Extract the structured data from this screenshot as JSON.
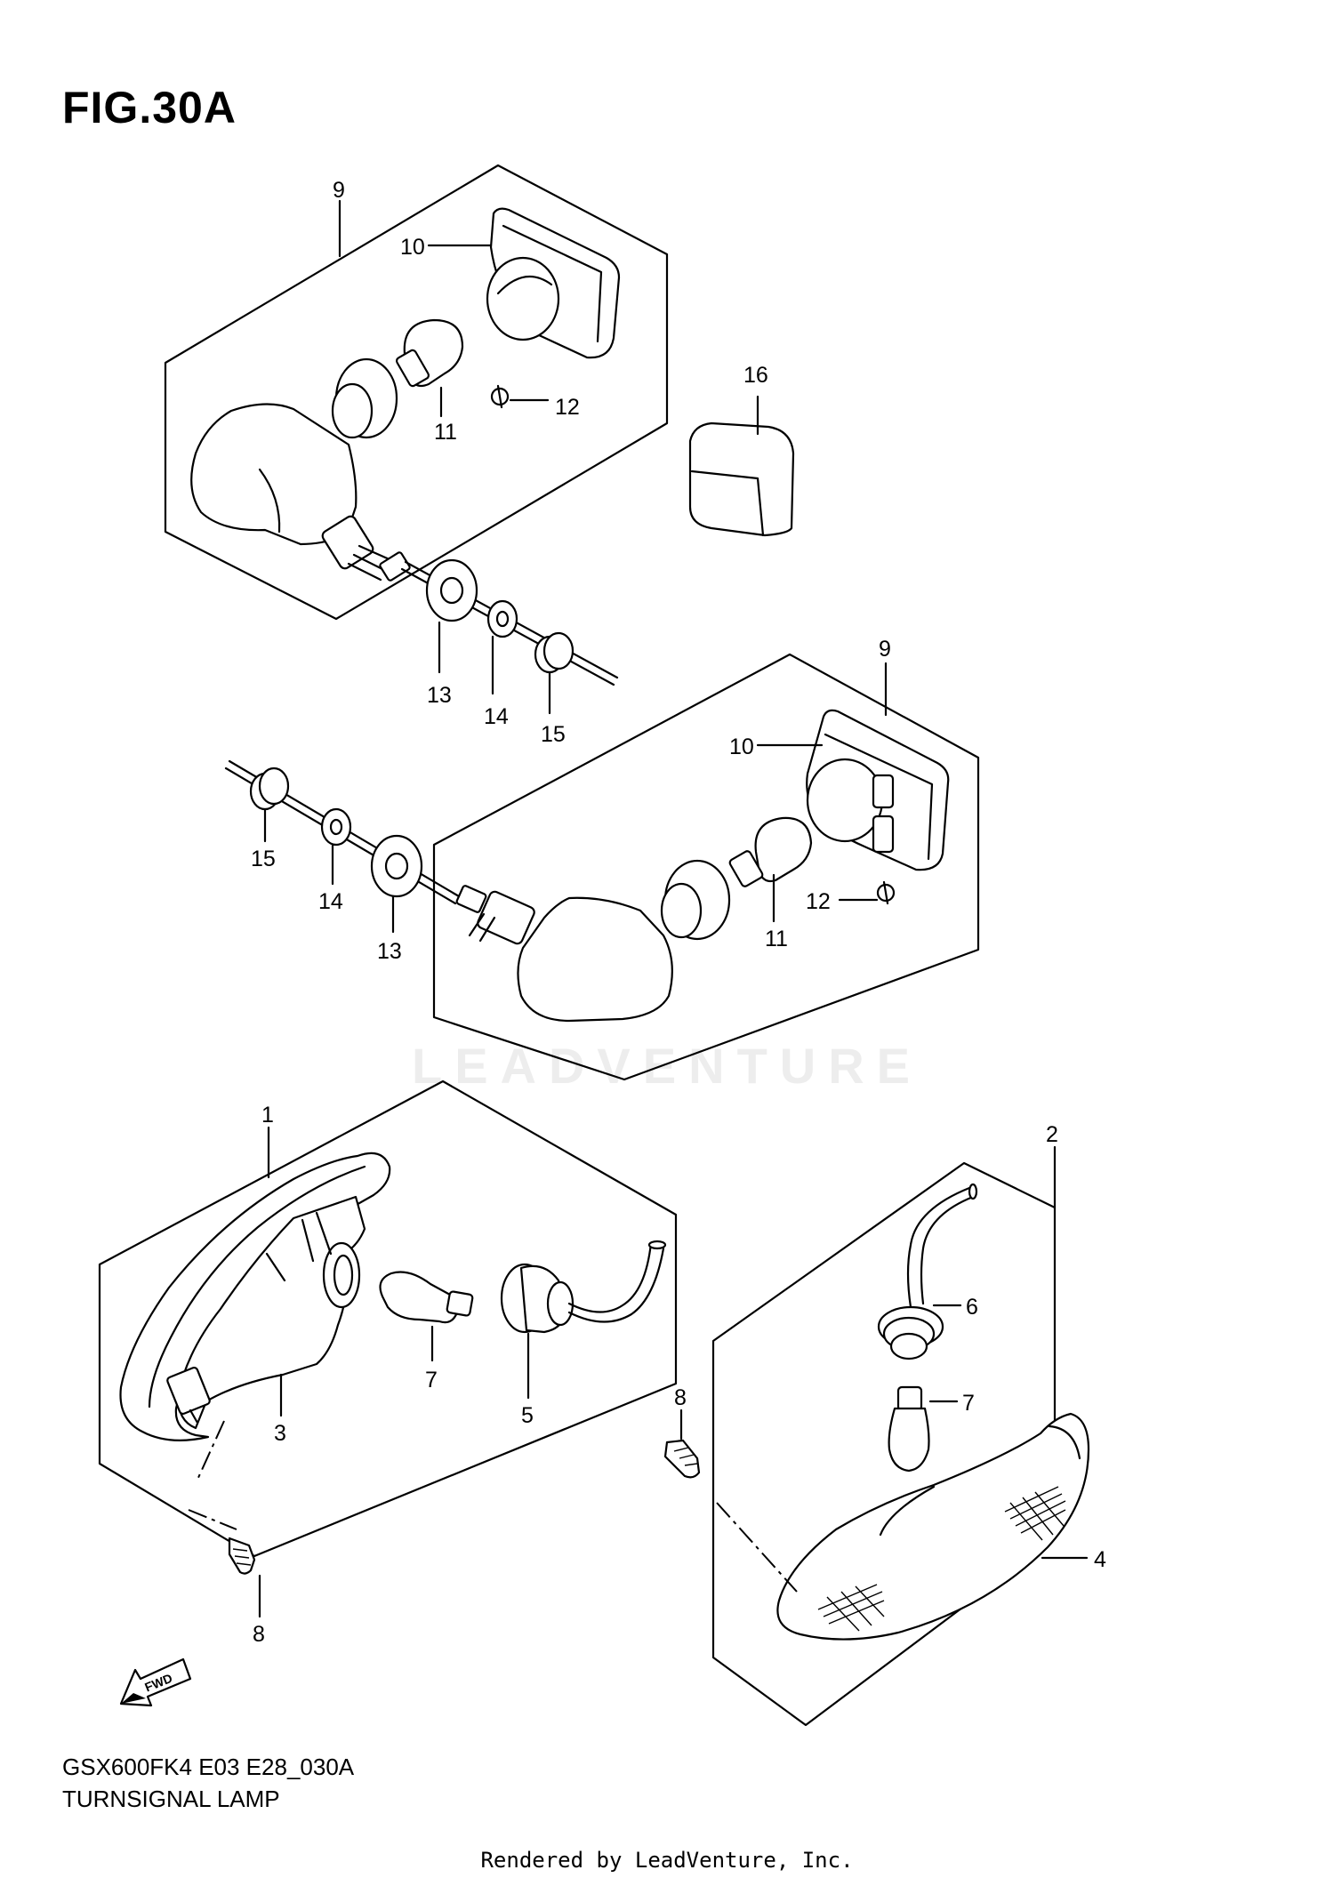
{
  "figure": {
    "title": "FIG.30A"
  },
  "footer": {
    "model_code": "GSX600FK4 E03 E28_030A",
    "caption": "TURNSIGNAL LAMP",
    "render_note": "Rendered by LeadVenture, Inc.",
    "watermark": "LEADVENTURE"
  },
  "callouts": {
    "c1": "1",
    "c2": "2",
    "c3": "3",
    "c4": "4",
    "c5": "5",
    "c6": "6",
    "c7a": "7",
    "c7b": "7",
    "c8a": "8",
    "c8b": "8",
    "c9a": "9",
    "c9b": "9",
    "c10a": "10",
    "c10b": "10",
    "c11a": "11",
    "c11b": "11",
    "c12a": "12",
    "c12b": "12",
    "c13a": "13",
    "c13b": "13",
    "c14a": "14",
    "c14b": "14",
    "c15a": "15",
    "c15b": "15",
    "c16": "16"
  },
  "fwd_badge": "FWD"
}
